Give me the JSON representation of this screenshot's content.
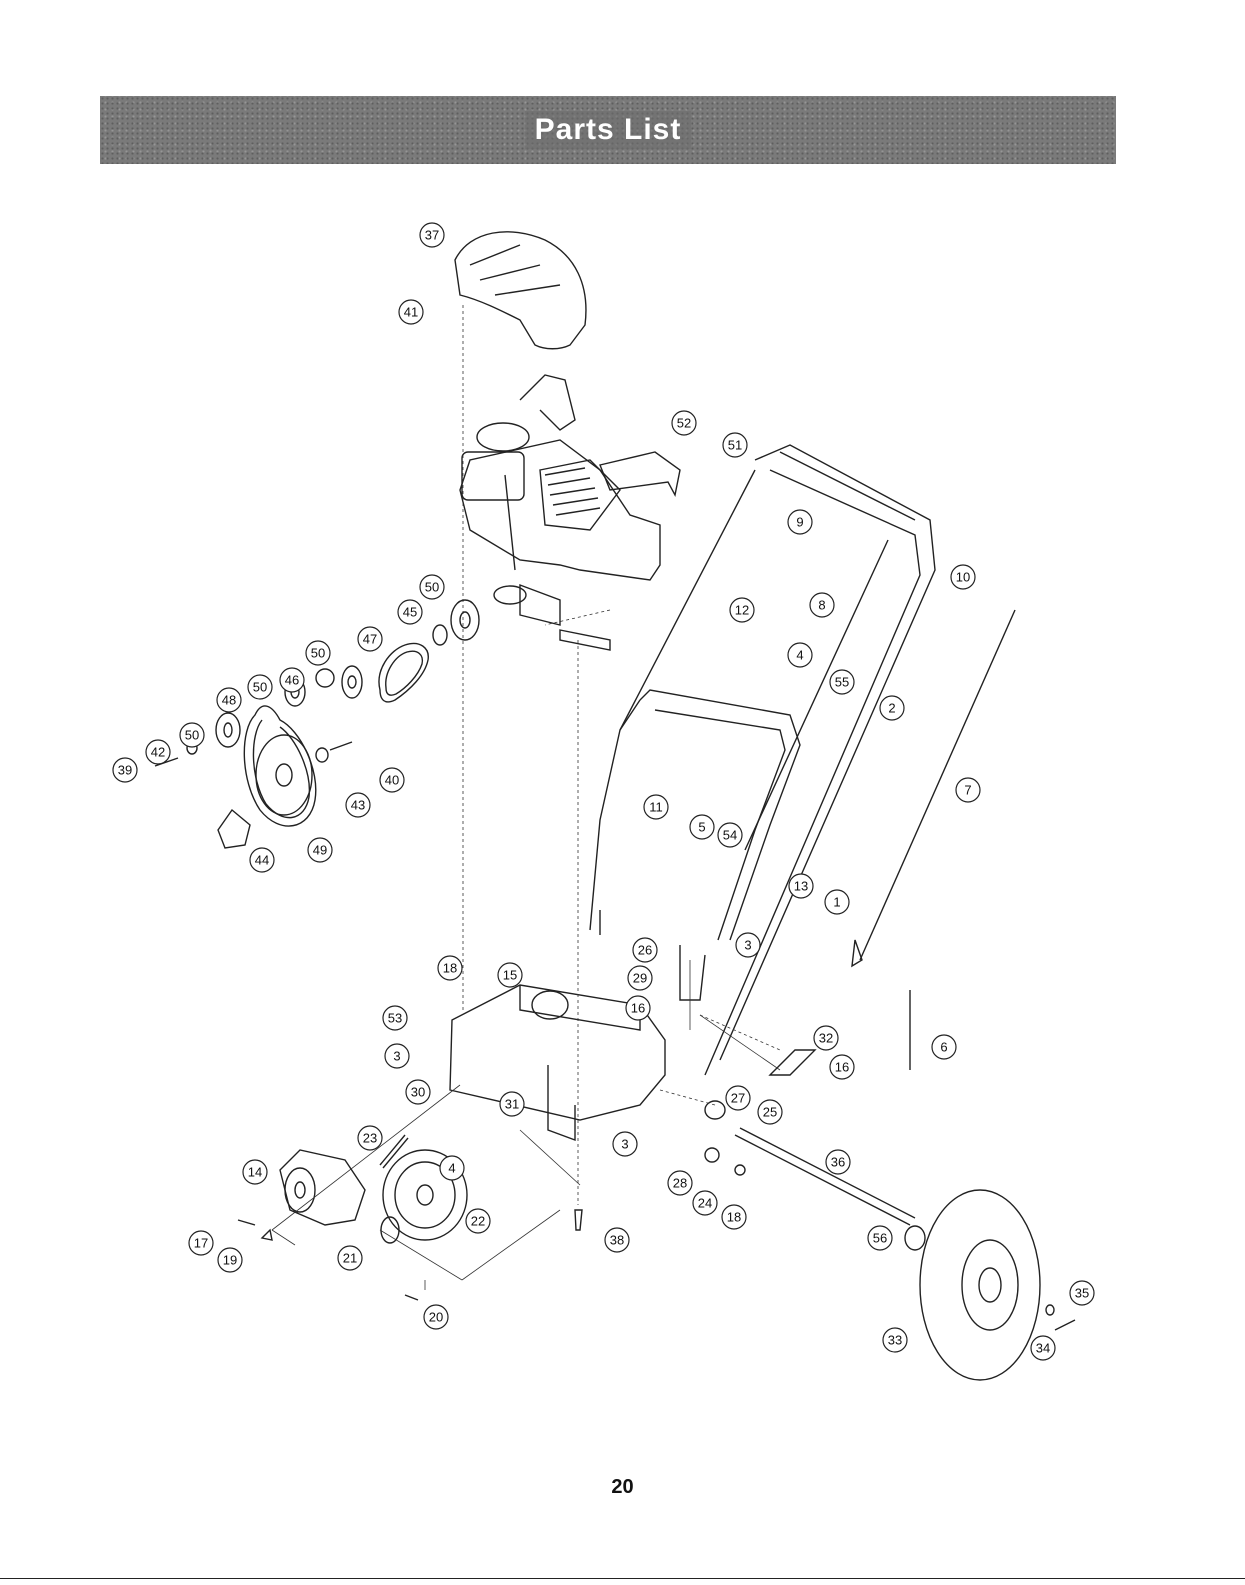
{
  "header": {
    "title": "Parts List"
  },
  "page": {
    "number": "20"
  },
  "callouts": [
    {
      "id": "c37",
      "label": "37"
    },
    {
      "id": "c41",
      "label": "41"
    },
    {
      "id": "c52",
      "label": "52"
    },
    {
      "id": "c51",
      "label": "51"
    },
    {
      "id": "c9",
      "label": "9"
    },
    {
      "id": "c10",
      "label": "10"
    },
    {
      "id": "c12",
      "label": "12"
    },
    {
      "id": "c8",
      "label": "8"
    },
    {
      "id": "c4a",
      "label": "4"
    },
    {
      "id": "c55",
      "label": "55"
    },
    {
      "id": "c2",
      "label": "2"
    },
    {
      "id": "c7",
      "label": "7"
    },
    {
      "id": "c11",
      "label": "11"
    },
    {
      "id": "c5",
      "label": "5"
    },
    {
      "id": "c54",
      "label": "54"
    },
    {
      "id": "c13",
      "label": "13"
    },
    {
      "id": "c1",
      "label": "1"
    },
    {
      "id": "c50a",
      "label": "50"
    },
    {
      "id": "c45",
      "label": "45"
    },
    {
      "id": "c47",
      "label": "47"
    },
    {
      "id": "c50b",
      "label": "50"
    },
    {
      "id": "c50c",
      "label": "50"
    },
    {
      "id": "c46",
      "label": "46"
    },
    {
      "id": "c48",
      "label": "48"
    },
    {
      "id": "c50d",
      "label": "50"
    },
    {
      "id": "c42",
      "label": "42"
    },
    {
      "id": "c39",
      "label": "39"
    },
    {
      "id": "c40",
      "label": "40"
    },
    {
      "id": "c43",
      "label": "43"
    },
    {
      "id": "c44",
      "label": "44"
    },
    {
      "id": "c49",
      "label": "49"
    },
    {
      "id": "c26",
      "label": "26"
    },
    {
      "id": "c29",
      "label": "29"
    },
    {
      "id": "c16a",
      "label": "16"
    },
    {
      "id": "c3a",
      "label": "3"
    },
    {
      "id": "c18a",
      "label": "18"
    },
    {
      "id": "c15",
      "label": "15"
    },
    {
      "id": "c53",
      "label": "53"
    },
    {
      "id": "c3b",
      "label": "3"
    },
    {
      "id": "c30",
      "label": "30"
    },
    {
      "id": "c31",
      "label": "31"
    },
    {
      "id": "c6",
      "label": "6"
    },
    {
      "id": "c32",
      "label": "32"
    },
    {
      "id": "c16b",
      "label": "16"
    },
    {
      "id": "c25",
      "label": "25"
    },
    {
      "id": "c27",
      "label": "27"
    },
    {
      "id": "c3c",
      "label": "3"
    },
    {
      "id": "c23",
      "label": "23"
    },
    {
      "id": "c4b",
      "label": "4"
    },
    {
      "id": "c14",
      "label": "14"
    },
    {
      "id": "c22",
      "label": "22"
    },
    {
      "id": "c36",
      "label": "36"
    },
    {
      "id": "c28",
      "label": "28"
    },
    {
      "id": "c24",
      "label": "24"
    },
    {
      "id": "c18b",
      "label": "18"
    },
    {
      "id": "c38",
      "label": "38"
    },
    {
      "id": "c17",
      "label": "17"
    },
    {
      "id": "c19",
      "label": "19"
    },
    {
      "id": "c21",
      "label": "21"
    },
    {
      "id": "c20",
      "label": "20"
    },
    {
      "id": "c56",
      "label": "56"
    },
    {
      "id": "c35",
      "label": "35"
    },
    {
      "id": "c33",
      "label": "33"
    },
    {
      "id": "c34",
      "label": "34"
    }
  ]
}
